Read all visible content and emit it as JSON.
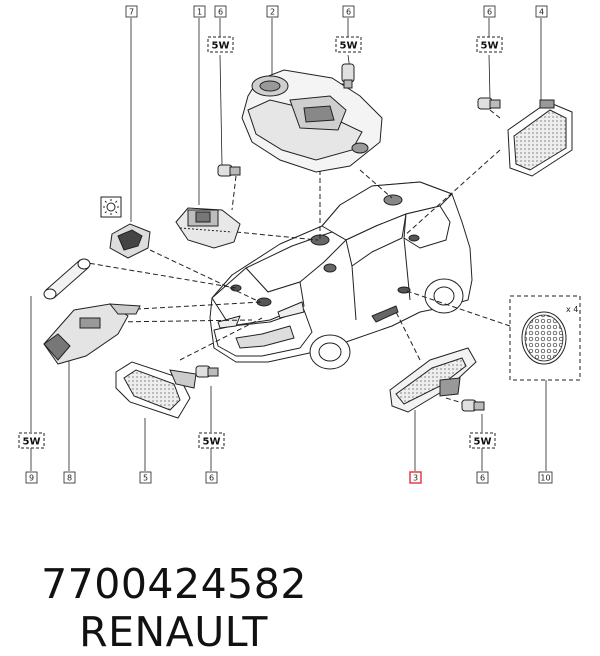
{
  "callouts": {
    "c1": "1",
    "c2": "2",
    "c3": "3",
    "c4": "4",
    "c5": "5",
    "c6": "6",
    "c7": "7",
    "c8": "8",
    "c9": "9",
    "c10": "10"
  },
  "bulb_rating": "5W",
  "quantity_label": "x 4",
  "highlight_color": "#e0303a",
  "caption": {
    "part_number": "7700424582",
    "brand": "RENAULT"
  }
}
